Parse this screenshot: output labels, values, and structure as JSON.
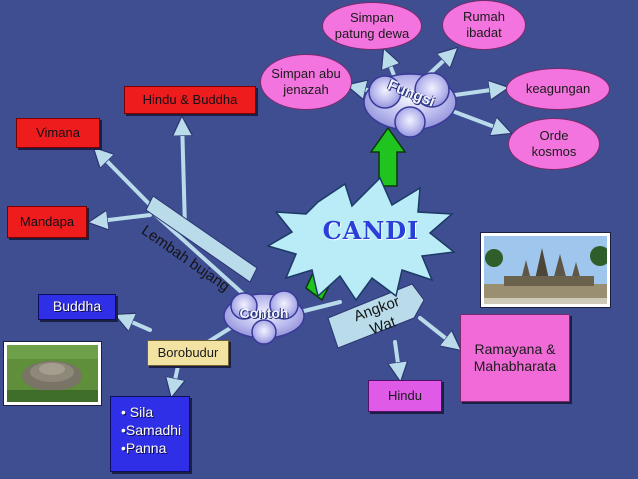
{
  "center": {
    "label": "CANDI"
  },
  "clouds": {
    "fungsi": "Fungsi",
    "contoh": "Contoh"
  },
  "functions": {
    "simpan_patung": "Simpan patung dewa",
    "rumah_ibadat": "Rumah ibadat",
    "simpan_abu": "Simpan abu jenazah",
    "keagungan": "keagungan",
    "orde_kosmos": "Orde kosmos"
  },
  "lembah": {
    "label": "Lembah bujang",
    "hindu_buddha": "Hindu & Buddha",
    "vimana": "Vimana",
    "mandapa": "Mandapa"
  },
  "borobudur": {
    "label": "Borobudur",
    "buddha": "Buddha",
    "items": [
      "• Sila",
      "•Samadhi",
      "•Panna"
    ]
  },
  "angkor": {
    "label": "Angkor Wat",
    "epics": "Ramayana & Mahabharata",
    "hindu": "Hindu"
  },
  "colors": {
    "background": "#3f4d91",
    "arrow": "#b9dbea",
    "red_box": "#ee1c1c",
    "pink_box": "#f06ad8",
    "blue_box": "#2f2fe8",
    "tan_box": "#f3e3a3",
    "green_arrow": "#1fc41f",
    "starburst": "#b9ecf6"
  }
}
